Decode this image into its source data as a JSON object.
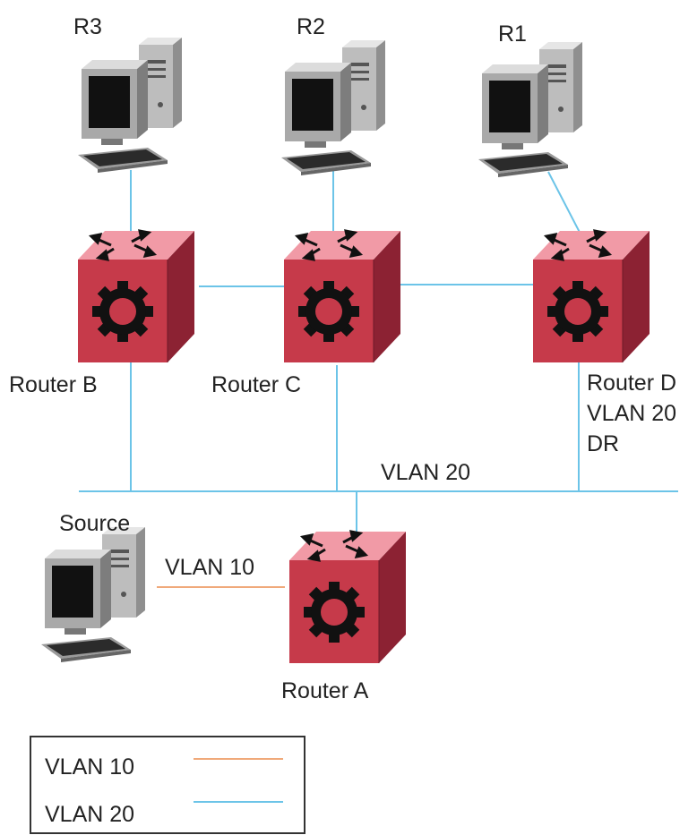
{
  "colors": {
    "vlan10": "#f0a97a",
    "vlan20": "#6cc4e8",
    "router_front": "#c63a4a",
    "router_top": "#f19aa6",
    "router_side": "#8c2233"
  },
  "hosts": {
    "r3": {
      "label": "R3",
      "icon": "desktop-computer-icon"
    },
    "r2": {
      "label": "R2",
      "icon": "desktop-computer-icon"
    },
    "r1": {
      "label": "R1",
      "icon": "desktop-computer-icon"
    },
    "source": {
      "label": "Source",
      "icon": "desktop-computer-icon"
    }
  },
  "routers": {
    "b": {
      "label": "Router B",
      "icon": "router-icon"
    },
    "c": {
      "label": "Router C",
      "icon": "router-icon"
    },
    "d": {
      "label": "Router D",
      "vlan": "VLAN 20",
      "role": "DR",
      "icon": "router-icon"
    },
    "a": {
      "label": "Router A",
      "icon": "router-icon"
    }
  },
  "links": {
    "vlan20_label": "VLAN 20",
    "vlan10_label": "VLAN 10"
  },
  "legend": {
    "items": [
      {
        "label": "VLAN 10",
        "color": "#f0a97a"
      },
      {
        "label": "VLAN 20",
        "color": "#6cc4e8"
      }
    ]
  }
}
